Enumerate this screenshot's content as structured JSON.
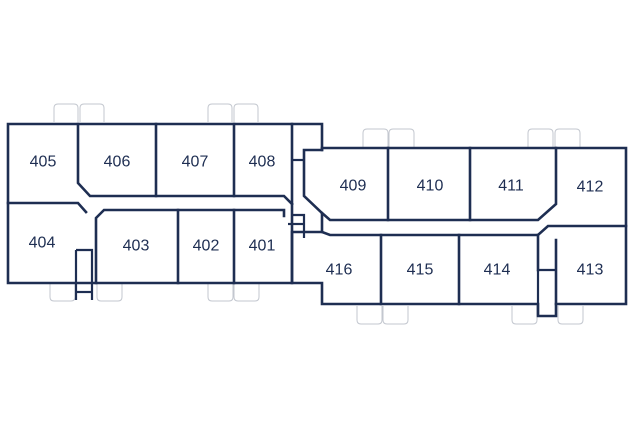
{
  "floor": {
    "rooms": [
      {
        "id": "405",
        "label": "405"
      },
      {
        "id": "406",
        "label": "406"
      },
      {
        "id": "407",
        "label": "407"
      },
      {
        "id": "408",
        "label": "408"
      },
      {
        "id": "404",
        "label": "404"
      },
      {
        "id": "403",
        "label": "403"
      },
      {
        "id": "402",
        "label": "402"
      },
      {
        "id": "401",
        "label": "401"
      },
      {
        "id": "409",
        "label": "409"
      },
      {
        "id": "410",
        "label": "410"
      },
      {
        "id": "411",
        "label": "411"
      },
      {
        "id": "412",
        "label": "412"
      },
      {
        "id": "416",
        "label": "416"
      },
      {
        "id": "415",
        "label": "415"
      },
      {
        "id": "414",
        "label": "414"
      },
      {
        "id": "413",
        "label": "413"
      }
    ]
  },
  "colors": {
    "wall": "#1e2e52",
    "label": "#1e2e52",
    "fixture_outline": "#c3c7cf",
    "background": "#ffffff"
  }
}
